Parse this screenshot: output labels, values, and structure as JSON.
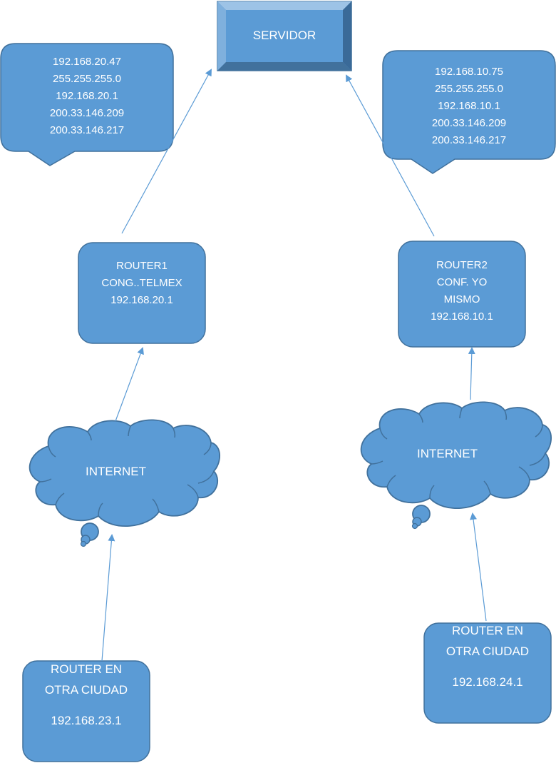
{
  "colors": {
    "fill": "#5B9BD5",
    "stroke": "#41719C",
    "bevel_light": "#9DC3E6",
    "bevel_dark": "#2E5E8E",
    "arrow": "#5B9BD5",
    "text": "#FFFFFF"
  },
  "server": {
    "label": "SERVIDOR"
  },
  "callouts": [
    {
      "lines": [
        "192.168.20.47",
        "255.255.255.0",
        "192.168.20.1",
        "200.33.146.209",
        "200.33.146.217"
      ]
    },
    {
      "lines": [
        "192.168.10.75",
        "255.255.255.0",
        "192.168.10.1",
        "200.33.146.209",
        "200.33.146.217"
      ]
    }
  ],
  "routers": [
    {
      "lines": [
        "ROUTER1",
        "CONG..TELMEX",
        "192.168.20.1"
      ]
    },
    {
      "lines": [
        "ROUTER2",
        "CONF. YO",
        "MISMO",
        "192.168.10.1"
      ]
    }
  ],
  "clouds": [
    {
      "label": "INTERNET"
    },
    {
      "label": "INTERNET"
    }
  ],
  "remote_routers": [
    {
      "lines": [
        "ROUTER EN",
        "OTRA CIUDAD"
      ],
      "ip": "192.168.23.1"
    },
    {
      "lines": [
        "ROUTER EN",
        "OTRA CIUDAD"
      ],
      "ip": "192.168.24.1"
    }
  ]
}
